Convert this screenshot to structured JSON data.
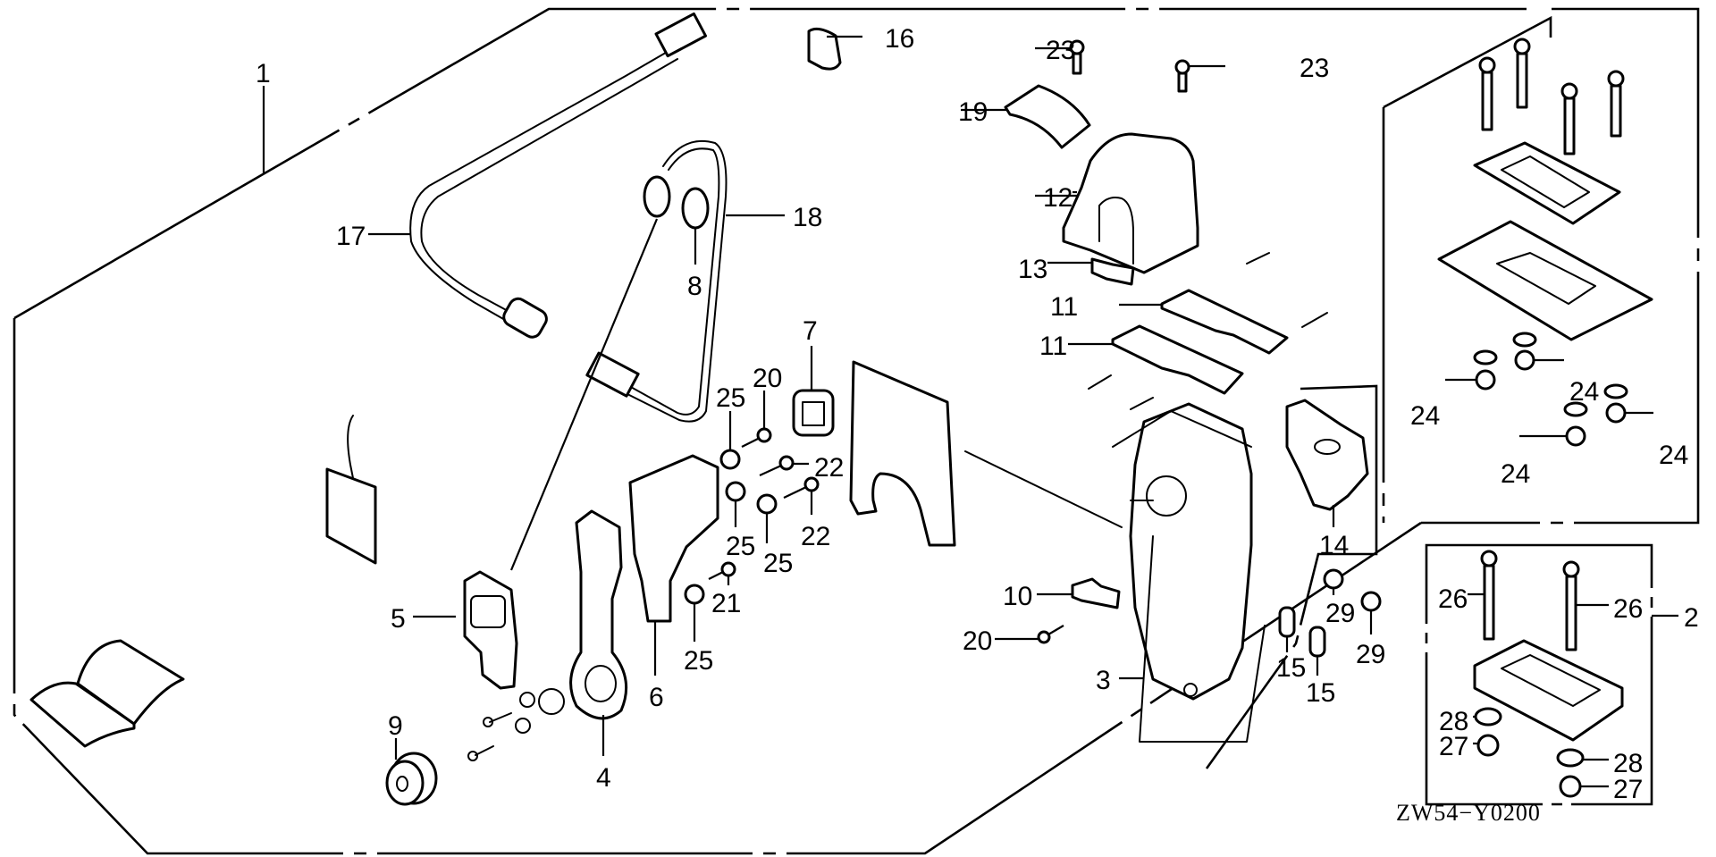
{
  "diagram": {
    "title": "Remote control box exploded parts diagram",
    "figure_code": "ZW54−Y0200",
    "callouts": [
      {
        "id": "c1",
        "label": "1",
        "part": "remote control assembly (kit outline)"
      },
      {
        "id": "c2",
        "label": "2",
        "part": "spacer kit"
      },
      {
        "id": "c3",
        "label": "3",
        "part": "control box body"
      },
      {
        "id": "c4",
        "label": "4",
        "part": "lever arm"
      },
      {
        "id": "c5",
        "label": "5",
        "part": "switch housing"
      },
      {
        "id": "c6",
        "label": "6",
        "part": "lever bracket"
      },
      {
        "id": "c7",
        "label": "7",
        "part": "grommet"
      },
      {
        "id": "c8",
        "label": "8",
        "part": "connector cap"
      },
      {
        "id": "c9",
        "label": "9",
        "part": "grommet"
      },
      {
        "id": "c10",
        "label": "10",
        "part": "cable clamp"
      },
      {
        "id": "c11a",
        "label": "11",
        "part": "cable holder"
      },
      {
        "id": "c11b",
        "label": "11",
        "part": "cable holder"
      },
      {
        "id": "c12",
        "label": "12",
        "part": "cover"
      },
      {
        "id": "c13",
        "label": "13",
        "part": "clip"
      },
      {
        "id": "c14",
        "label": "14",
        "part": "cam plate"
      },
      {
        "id": "c15a",
        "label": "15",
        "part": "cable end"
      },
      {
        "id": "c15b",
        "label": "15",
        "part": "cable end"
      },
      {
        "id": "c16",
        "label": "16",
        "part": "clip"
      },
      {
        "id": "c17",
        "label": "17",
        "part": "extension wire harness"
      },
      {
        "id": "c18",
        "label": "18",
        "part": "switch wire harness"
      },
      {
        "id": "c19",
        "label": "19",
        "part": "cover plate"
      },
      {
        "id": "c20a",
        "label": "20",
        "part": "screw"
      },
      {
        "id": "c20b",
        "label": "20",
        "part": "screw"
      },
      {
        "id": "c21",
        "label": "21",
        "part": "screw"
      },
      {
        "id": "c22a",
        "label": "22",
        "part": "screw"
      },
      {
        "id": "c22b",
        "label": "22",
        "part": "screw"
      },
      {
        "id": "c23a",
        "label": "23",
        "part": "screw"
      },
      {
        "id": "c23b",
        "label": "23",
        "part": "screw"
      },
      {
        "id": "c24a",
        "label": "24",
        "part": "nut"
      },
      {
        "id": "c24b",
        "label": "24",
        "part": "nut"
      },
      {
        "id": "c24c",
        "label": "24",
        "part": "nut"
      },
      {
        "id": "c24d",
        "label": "24",
        "part": "nut"
      },
      {
        "id": "c25a",
        "label": "25",
        "part": "washer"
      },
      {
        "id": "c25b",
        "label": "25",
        "part": "washer"
      },
      {
        "id": "c25c",
        "label": "25",
        "part": "washer"
      },
      {
        "id": "c25d",
        "label": "25",
        "part": "washer"
      },
      {
        "id": "c26a",
        "label": "26",
        "part": "bolt"
      },
      {
        "id": "c26b",
        "label": "26",
        "part": "bolt"
      },
      {
        "id": "c27a",
        "label": "27",
        "part": "nut"
      },
      {
        "id": "c27b",
        "label": "27",
        "part": "nut"
      },
      {
        "id": "c28a",
        "label": "28",
        "part": "washer"
      },
      {
        "id": "c28b",
        "label": "28",
        "part": "washer"
      },
      {
        "id": "c29a",
        "label": "29",
        "part": "washer"
      },
      {
        "id": "c29b",
        "label": "29",
        "part": "washer"
      }
    ]
  }
}
